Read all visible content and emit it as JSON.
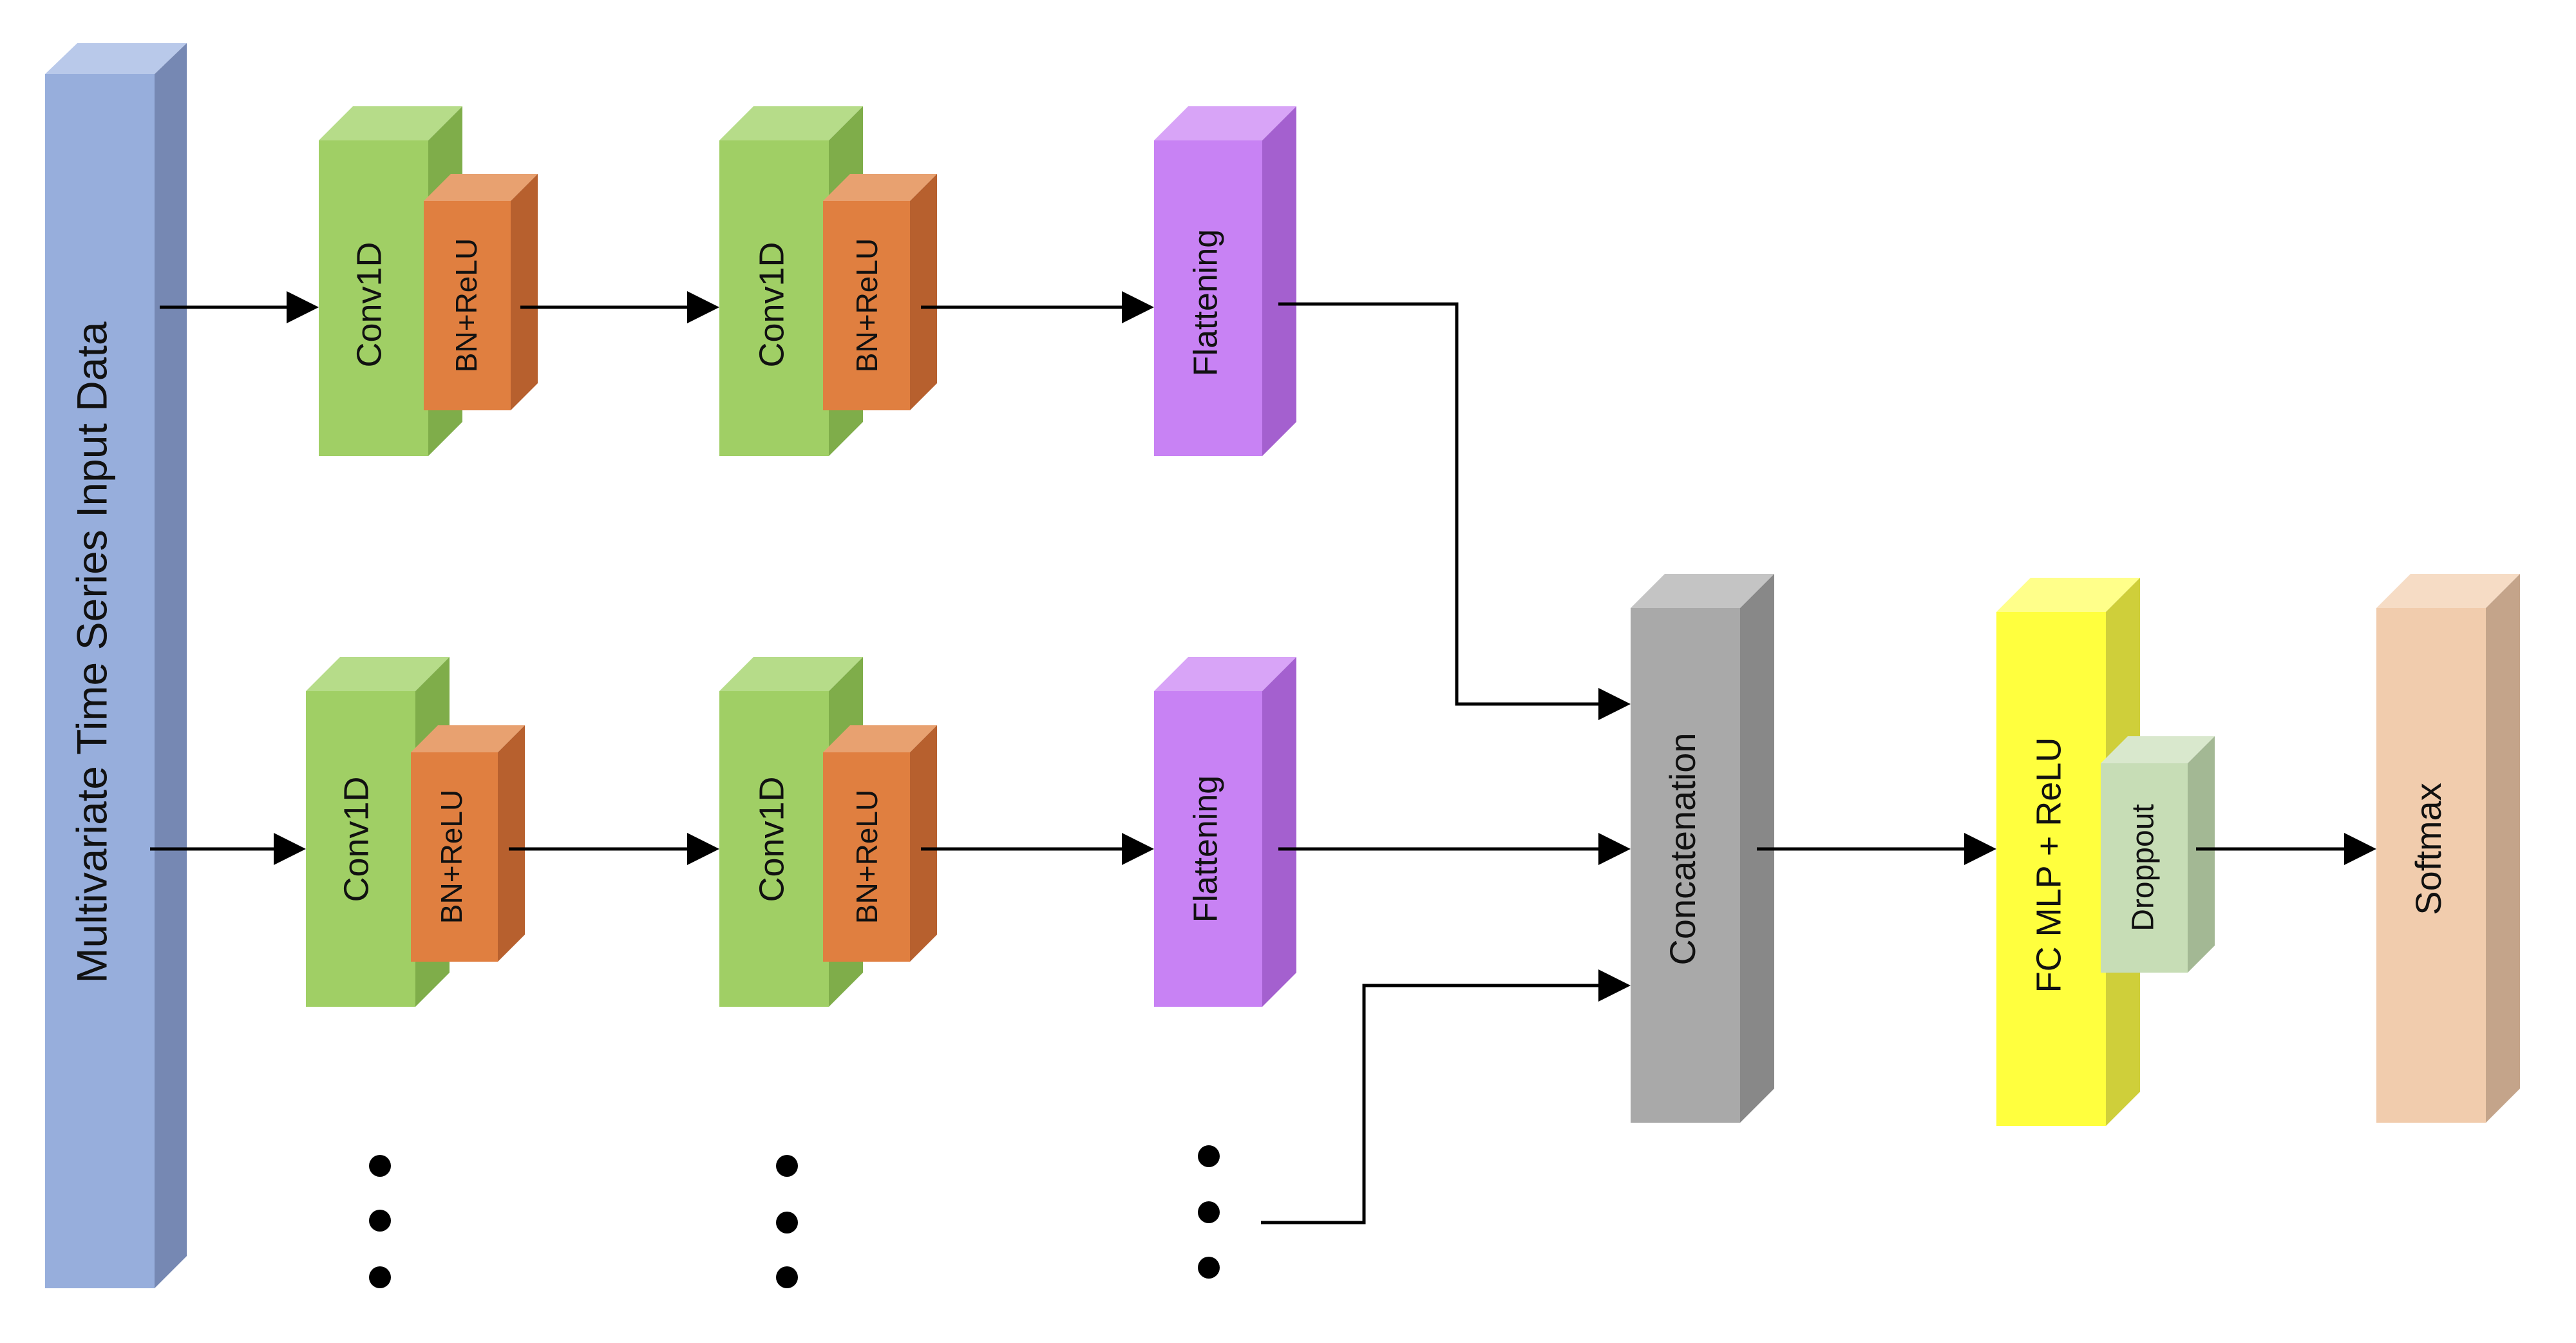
{
  "diagram": {
    "input_label": "Multivariate Time Series Input Data",
    "conv_label": "Conv1D",
    "bn_label": "BN+ReLU",
    "flatten_label": "Flattening",
    "concat_label": "Concatenation",
    "fc_label": "FC MLP + ReLU",
    "dropout_label": "Droppout",
    "softmax_label": "Softmax"
  },
  "colors": {
    "input": "#97aedc",
    "conv": "#a0cf65",
    "bn": "#e07f40",
    "flatten": "#c882f4",
    "concat": "#a9a9a9",
    "fc": "#ffff3e",
    "dropout": "#c7ddb6",
    "softmax": "#f1ccad"
  }
}
